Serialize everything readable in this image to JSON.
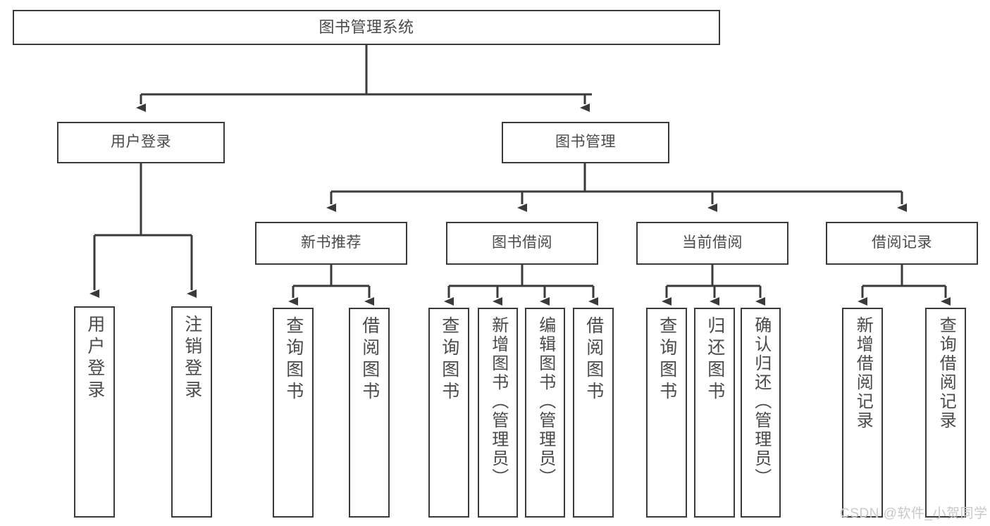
{
  "diagram": {
    "type": "tree",
    "title": "图书管理系统",
    "root": {
      "label": "图书管理系统"
    },
    "level2": [
      {
        "label": "用户登录"
      },
      {
        "label": "图书管理"
      }
    ],
    "level3": [
      {
        "label": "新书推荐"
      },
      {
        "label": "图书借阅"
      },
      {
        "label": "当前借阅"
      },
      {
        "label": "借阅记录"
      }
    ],
    "leaves": {
      "user_login": [
        {
          "label": "用户登录"
        },
        {
          "label": "注销登录"
        }
      ],
      "new_book": [
        {
          "label": "查询图书"
        },
        {
          "label": "借阅图书"
        }
      ],
      "borrow_book": [
        {
          "label": "查询图书"
        },
        {
          "label": "新增图书（管理员）"
        },
        {
          "label": "编辑图书（管理员）"
        },
        {
          "label": "借阅图书"
        }
      ],
      "current_borrow": [
        {
          "label": "查询图书"
        },
        {
          "label": "归还图书"
        },
        {
          "label": "确认归还（管理员）"
        }
      ],
      "borrow_record": [
        {
          "label": "新增借阅记录"
        },
        {
          "label": "查询借阅记录"
        }
      ]
    }
  },
  "watermark": {
    "text": "CSDN @软件_小贺同学"
  },
  "colors": {
    "stroke": "#3a3a3a",
    "text": "#4a4a4a",
    "background": "#ffffff",
    "watermark": "#c9c9c9"
  }
}
